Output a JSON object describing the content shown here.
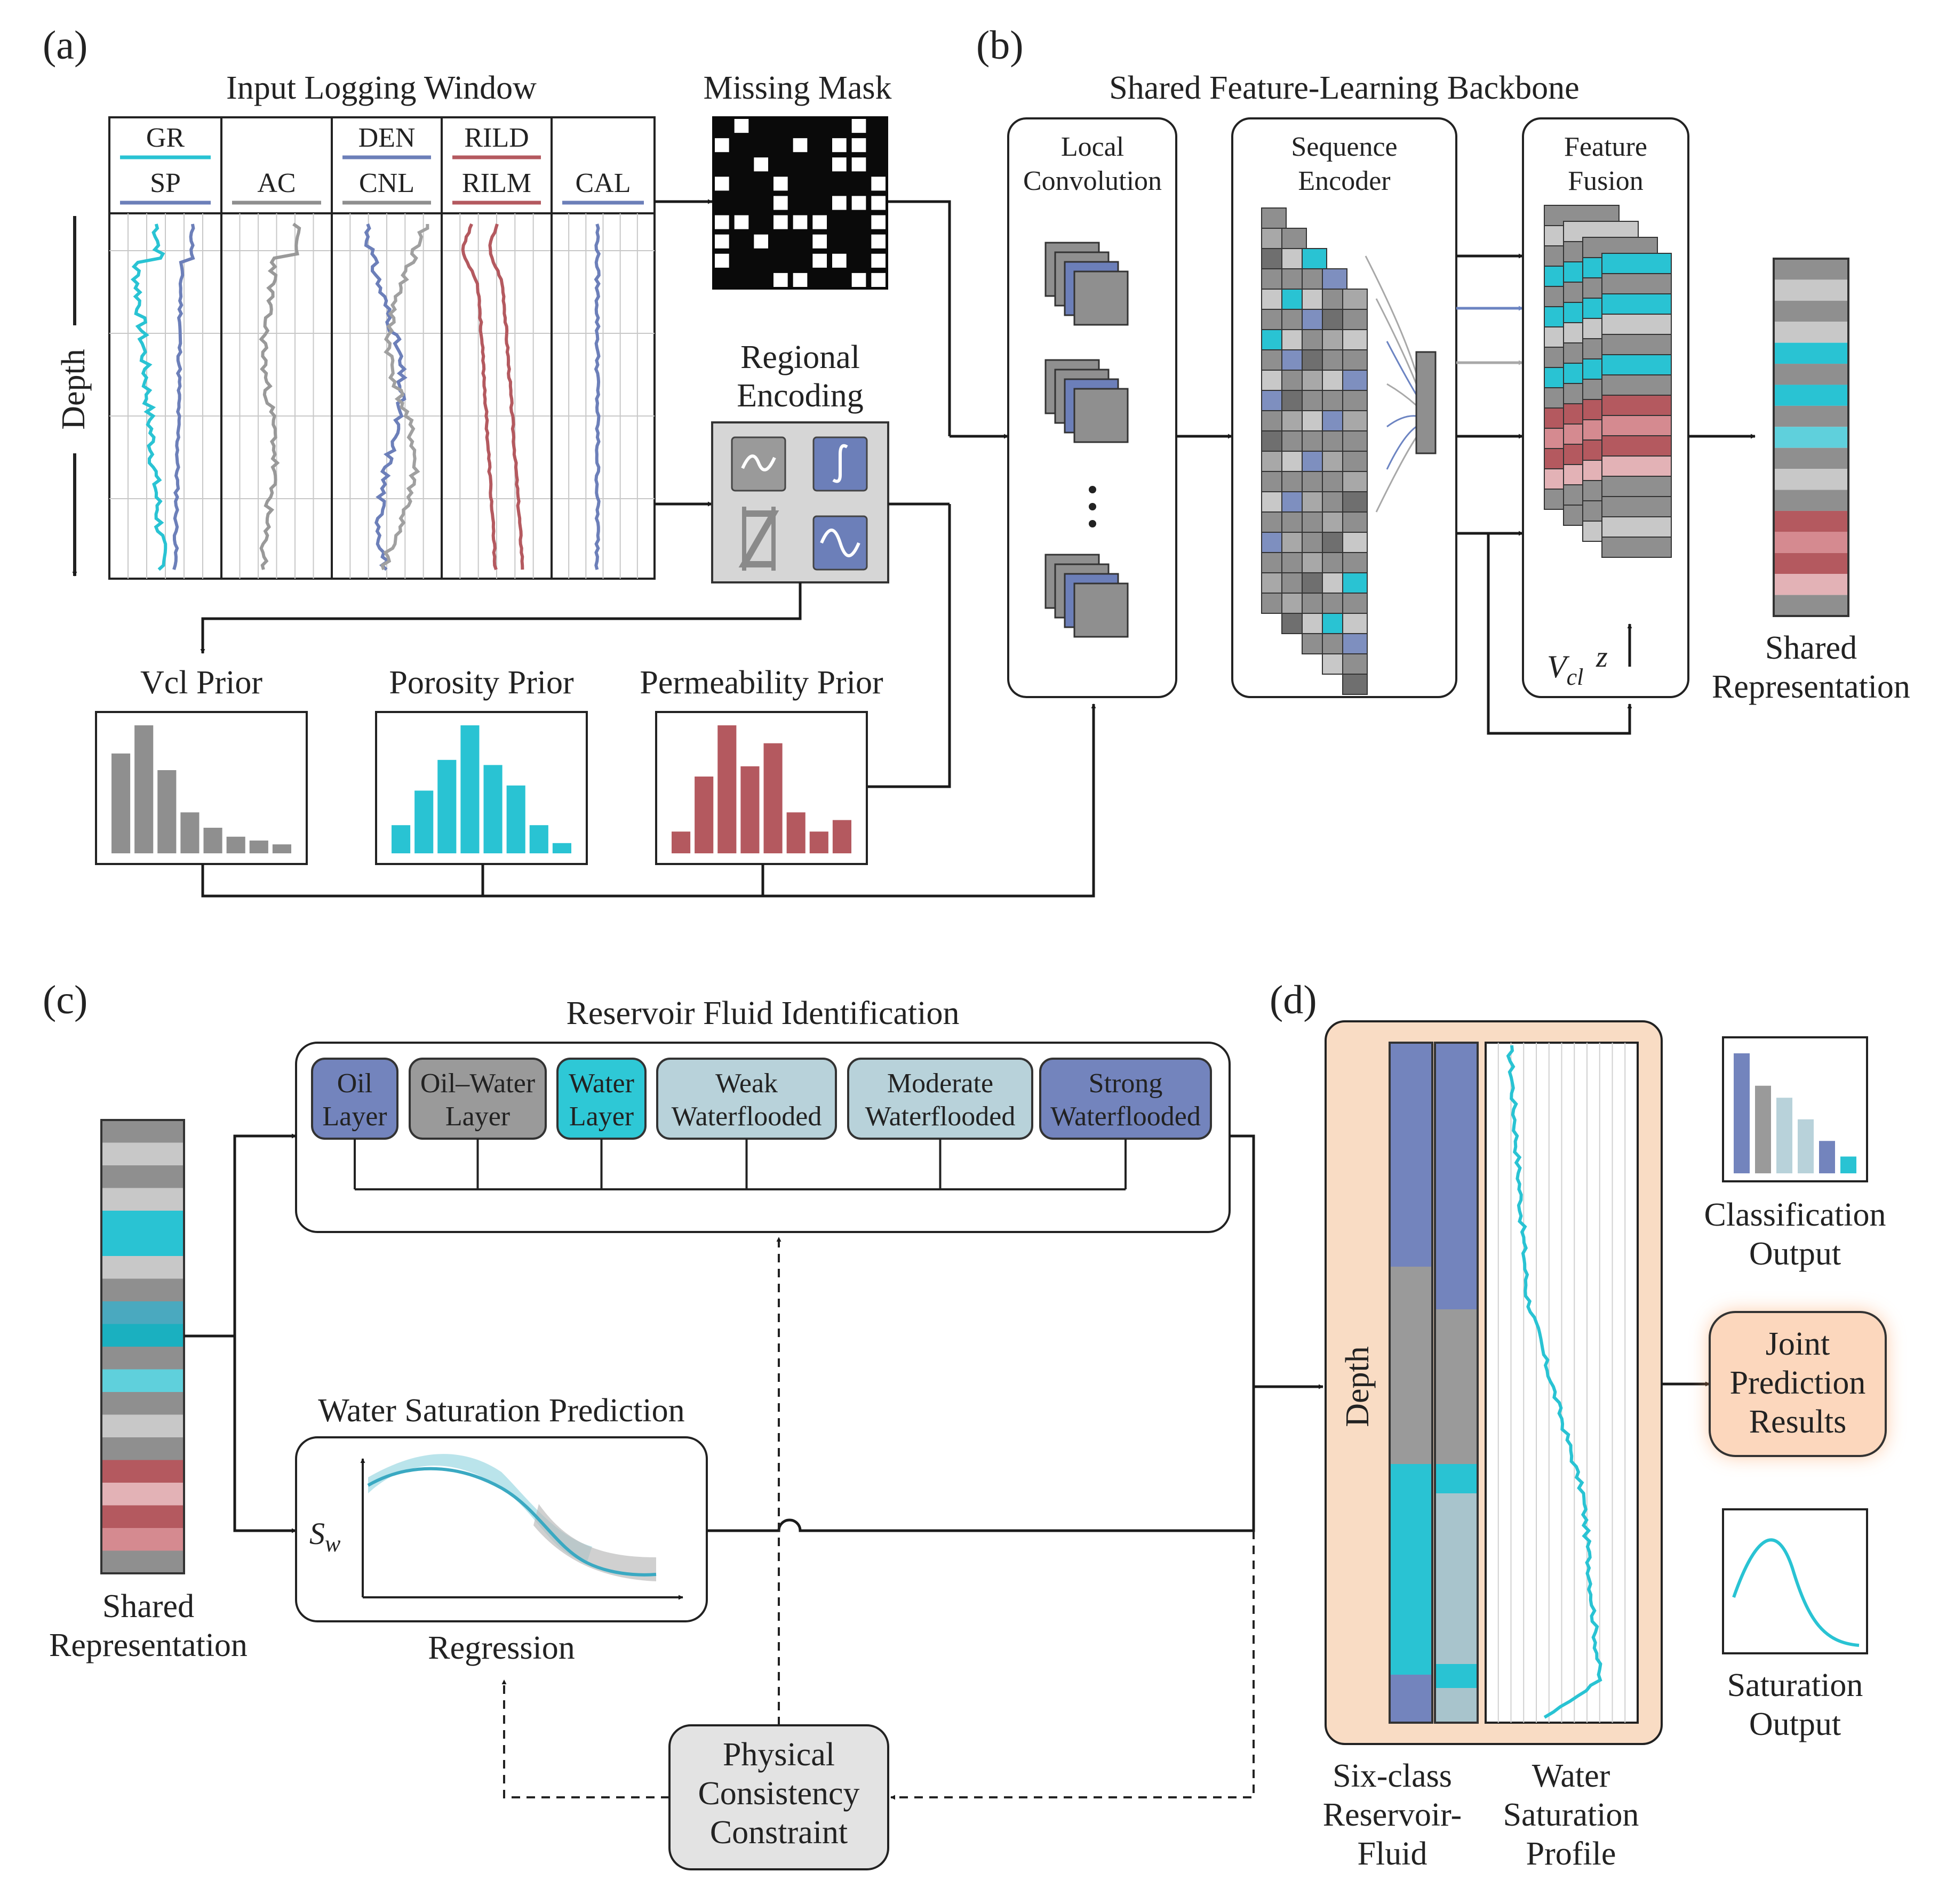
{
  "panels": {
    "a": "(a)",
    "b": "(b)",
    "c": "(c)",
    "d": "(d)"
  },
  "colors": {
    "cyan": "#29c3d3",
    "blue": "#6c7fb9",
    "gray": "#8f8f8f",
    "red": "#b4595f",
    "peach": "#f9dcc4",
    "dark": "#2a2a2a"
  },
  "panel_a": {
    "title": "Input Logging Window",
    "tracks": [
      {
        "top": "GR",
        "bottom": "SP"
      },
      {
        "top": "",
        "bottom": "AC"
      },
      {
        "top": "DEN",
        "bottom": "CNL"
      },
      {
        "top": "RILD",
        "bottom": "RILM"
      },
      {
        "top": "",
        "bottom": "CAL"
      }
    ],
    "depth_label": "Depth",
    "missing_mask": "Missing Mask",
    "regional_line1": "Regional",
    "regional_line2": "Encoding",
    "priors": [
      {
        "label": "Vcl Prior",
        "color": "gray",
        "values": [
          0.78,
          1.0,
          0.65,
          0.32,
          0.2,
          0.13,
          0.1,
          0.07
        ]
      },
      {
        "label": "Porosity Prior",
        "color": "cyan",
        "values": [
          0.22,
          0.49,
          0.73,
          1.0,
          0.69,
          0.53,
          0.22,
          0.08
        ]
      },
      {
        "label": "Permeability Prior",
        "color": "red",
        "values": [
          0.17,
          0.6,
          1.0,
          0.68,
          0.86,
          0.32,
          0.17,
          0.26
        ]
      }
    ]
  },
  "panel_b": {
    "title": "Shared Feature-Learning Backbone",
    "local_conv": [
      "Local",
      "Convolution"
    ],
    "seq_encoder": [
      "Sequence",
      "Encoder"
    ],
    "feature_fusion": [
      "Feature",
      "Fusion"
    ],
    "vcl": "V",
    "vcl_sub": "cl",
    "z": "z",
    "shared_rep": [
      "Shared",
      "Representation"
    ]
  },
  "panel_c": {
    "rfi_title": "Reservoir Fluid Identification",
    "classes": [
      {
        "l1": "Oil",
        "l2": "Layer",
        "color": "#7384bd"
      },
      {
        "l1": "Oil–Water",
        "l2": "Layer",
        "color": "#9a9a9a"
      },
      {
        "l1": "Water",
        "l2": "Layer",
        "color": "#2ec8d6"
      },
      {
        "l1": "Weak",
        "l2": "Waterflooded",
        "color": "#b8d2da"
      },
      {
        "l1": "Moderate",
        "l2": "Waterflooded",
        "color": "#b8d2da"
      },
      {
        "l1": "Strong",
        "l2": "Waterflooded",
        "color": "#7384bd"
      }
    ],
    "shared_rep": [
      "Shared",
      "Representation"
    ],
    "wsp_title": "Water Saturation Prediction",
    "sw": "S",
    "sw_sub": "w",
    "regression": "Regression",
    "physical": [
      "Physical",
      "Consistency",
      "Constraint"
    ]
  },
  "panel_d": {
    "depth": "Depth",
    "six_class": [
      "Six-class",
      "Reservoir-",
      "Fluid"
    ],
    "ws_profile": [
      "Water",
      "Saturation",
      "Profile"
    ],
    "classification": [
      "Classification",
      "Output"
    ],
    "joint": [
      "Joint",
      "Prediction",
      "Results"
    ],
    "saturation": [
      "Saturation",
      "Output"
    ],
    "classification_bars": [
      1.0,
      0.73,
      0.63,
      0.45,
      0.27,
      0.14
    ]
  }
}
